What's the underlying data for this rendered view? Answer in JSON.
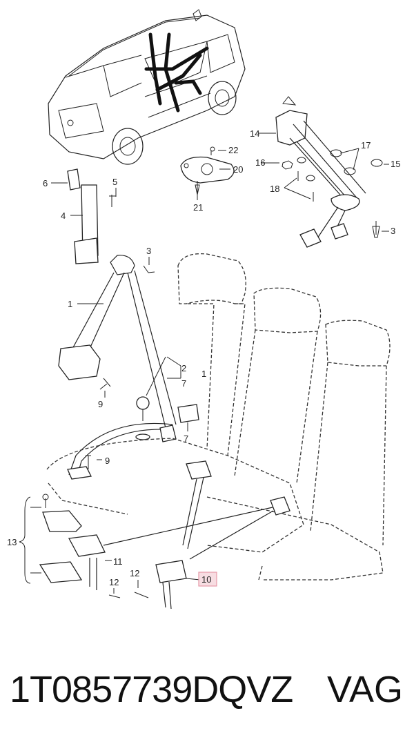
{
  "callouts": {
    "c1a": "1",
    "c1b": "1",
    "c2": "2",
    "c3a": "3",
    "c3b": "3",
    "c4": "4",
    "c5": "5",
    "c6": "6",
    "c7a": "7",
    "c7b": "7",
    "c9a": "9",
    "c9b": "9",
    "c10": "10",
    "c11": "11",
    "c12": "12",
    "c13": "13",
    "c14": "14",
    "c15": "15",
    "c16": "16",
    "c17": "17",
    "c18": "18",
    "c20": "20",
    "c21": "21",
    "c22": "22"
  },
  "footer": {
    "part_number": "1T0857739DQVZ",
    "brand": "VAG"
  },
  "colors": {
    "highlight_box": "#e79aa8",
    "line": "#222222"
  }
}
